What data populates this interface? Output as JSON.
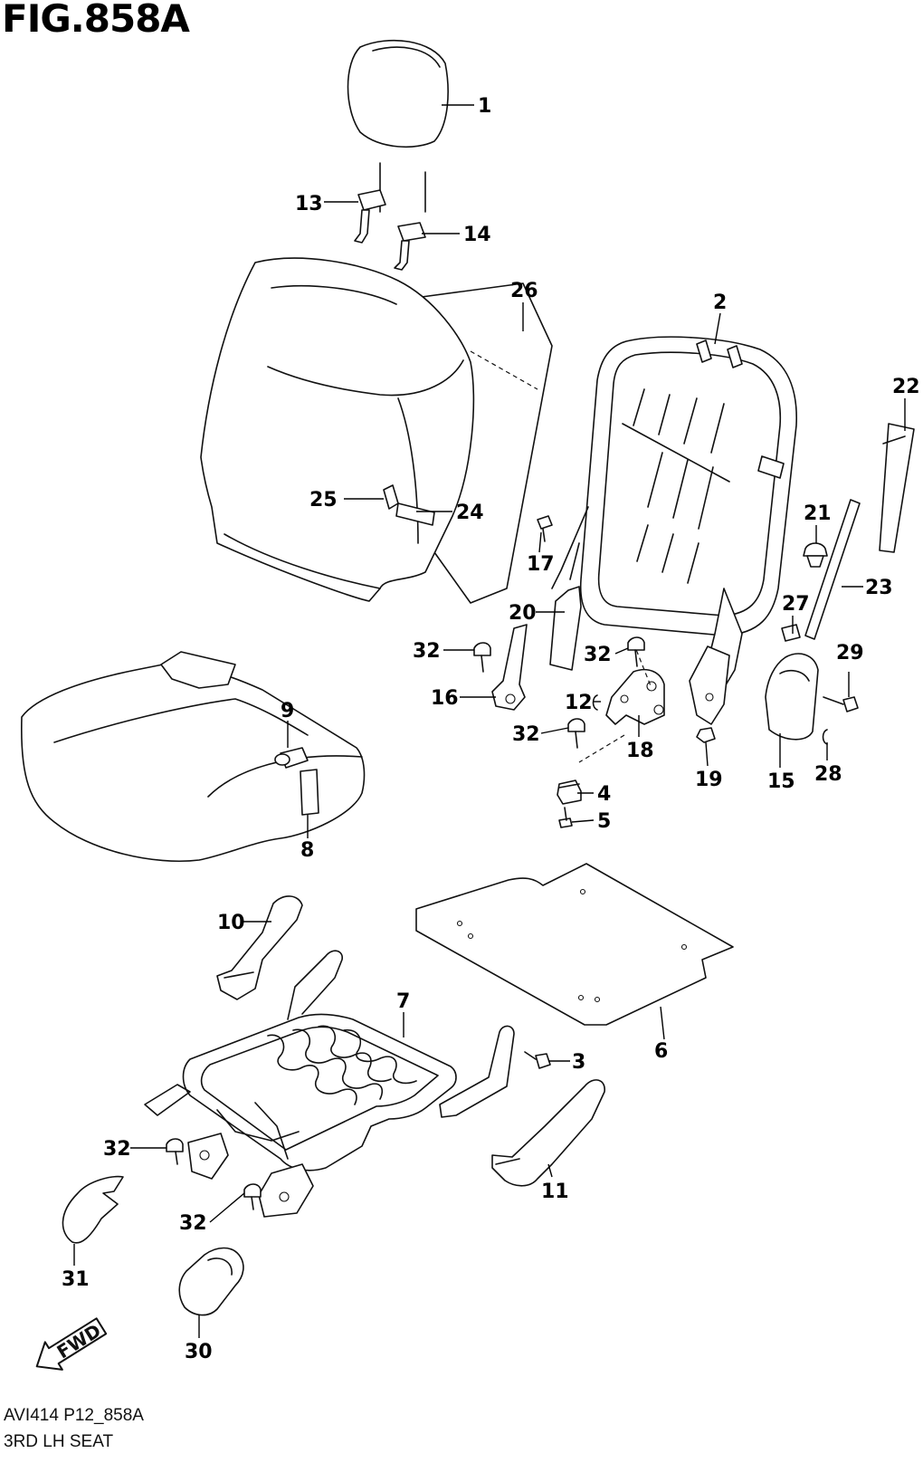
{
  "figure": {
    "title": "FIG.858A",
    "code": "AVI414 P12_858A",
    "name": "3RD LH SEAT"
  },
  "fwd_label": "FWD",
  "callouts": [
    "1",
    "2",
    "3",
    "4",
    "5",
    "6",
    "7",
    "8",
    "9",
    "10",
    "11",
    "12",
    "13",
    "14",
    "15",
    "16",
    "17",
    "18",
    "19",
    "20",
    "21",
    "22",
    "23",
    "24",
    "25",
    "26",
    "27",
    "28",
    "29",
    "30",
    "31",
    "32"
  ]
}
